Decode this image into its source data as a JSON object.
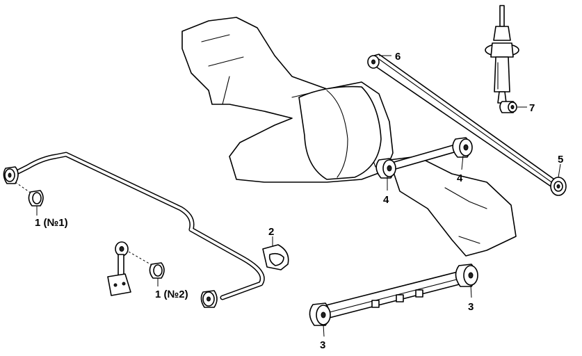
{
  "callouts": {
    "c1a": "1 (№1)",
    "c1b": "1 (№2)",
    "c2": "2",
    "c3a": "3",
    "c3b": "3",
    "c4a": "4",
    "c4b": "4",
    "c5": "5",
    "c6": "6",
    "c7": "7"
  },
  "colors": {
    "line": "#000000",
    "background": "#ffffff"
  }
}
